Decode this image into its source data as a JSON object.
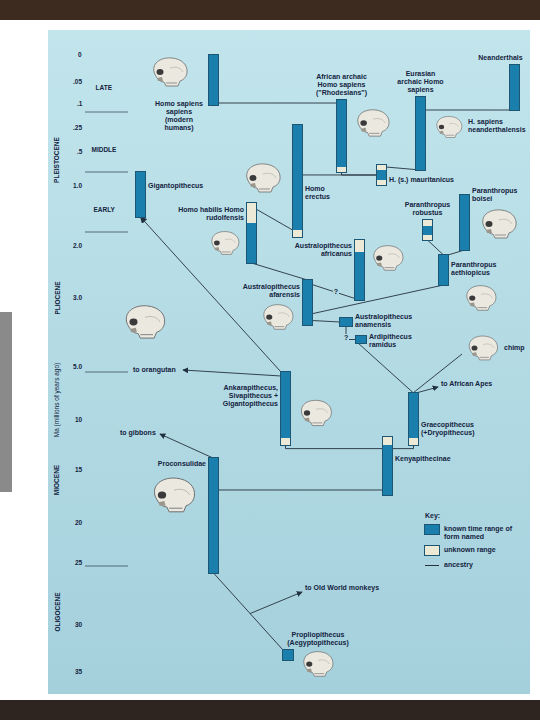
{
  "diagram": {
    "nodes": [
      {
        "text": [
          "Homo sapiens sapiens (modern humans)"
        ]
      },
      {
        "text": [
          "African archaic Homo sapiens (\"Rhodesians\")"
        ]
      },
      {
        "text": [
          "Eurasian archaic Homo sapiens"
        ]
      },
      {
        "text": [
          "Neanderthals"
        ]
      },
      {
        "text": [
          "H. (s.) mauritanicus"
        ]
      },
      {
        "text": [
          "Homo erectus"
        ]
      },
      {
        "text": [
          "Gigantopithecus"
        ]
      },
      {
        "text": [
          "Homo habilis Homo rudolfensis"
        ]
      },
      {
        "text": [
          "Paranthropus robustus"
        ]
      },
      {
        "text": [
          "Paranthropus boisei"
        ]
      },
      {
        "text": [
          "Australopithecus africanus"
        ]
      },
      {
        "text": [
          "Paranthropus aethiopicus"
        ]
      },
      {
        "text": [
          "Australopithecus afarensis"
        ]
      },
      {
        "text": [
          "Australopithecus anamensis"
        ]
      },
      {
        "text": [
          "Ardipithecus ramidus"
        ]
      },
      {
        "text": [
          "Ankarapithecus, Sivapithecus + Gigantopithecus"
        ]
      },
      {
        "text": [
          "Graecopithecus (+Dryopithecus)"
        ]
      },
      {
        "text": [
          "Kenyapithecinae"
        ]
      },
      {
        "text": [
          "Proconsulidae"
        ]
      },
      {
        "text": [
          "Propliopithecus (Aegyptopithecus)"
        ]
      }
    ],
    "edges": [
      {
        "from": 1,
        "to": 0,
        "arrow": "none"
      },
      {
        "from": 5,
        "to": 4,
        "arrow": "none"
      },
      {
        "from": 4,
        "to": 1,
        "arrow": "none"
      },
      {
        "from": 4,
        "to": 2,
        "arrow": "none"
      },
      {
        "from": 2,
        "to": 3,
        "arrow": "none"
      },
      {
        "from": 7,
        "to": 5,
        "arrow": "none"
      },
      {
        "from": 12,
        "to": 7,
        "arrow": "none"
      },
      {
        "from": 12,
        "to": 10,
        "label": "?",
        "arrow": "none"
      },
      {
        "from": 13,
        "to": 12,
        "arrow": "none"
      },
      {
        "from": 14,
        "to": 13,
        "label": "?",
        "arrow": "none"
      },
      {
        "from": 16,
        "to": 14,
        "arrow": "none"
      },
      {
        "from": 12,
        "to": 11,
        "arrow": "none"
      },
      {
        "from": 11,
        "to": 8,
        "arrow": "none"
      },
      {
        "from": 11,
        "to": 9,
        "arrow": "none"
      },
      {
        "from": 17,
        "to": 15,
        "arrow": "none"
      },
      {
        "from": 17,
        "to": 16,
        "arrow": "none"
      },
      {
        "from": 18,
        "to": 17,
        "arrow": "none"
      },
      {
        "from": 15,
        "to": 6,
        "arrow": "to"
      },
      {
        "from": 19,
        "to": 18,
        "arrow": "none"
      }
    ],
    "labels": [
      "LATE",
      "MIDDLE",
      "EARLY",
      "PLEISTOCENE",
      "PLIOCENE",
      "MIOCENE",
      "OLIGOCENE",
      "Ma (millions of years ago)",
      "0",
      ".05",
      ".1",
      ".25",
      ".5",
      "1.0",
      "2.0",
      "3.0",
      "5.0",
      "10",
      "15",
      "20",
      "25",
      "30",
      "35",
      "H. sapiens neanderthalensis",
      "chimp",
      "to orangutan",
      "to gibbons",
      "to African Apes",
      "to Old World monkeys",
      "Key:"
    ],
    "legend": [
      {
        "text": "known time range of form named",
        "color": "#1b7fae"
      },
      {
        "text": "unknown range",
        "color": "#ece9d6"
      },
      {
        "text": "ancestry"
      }
    ]
  }
}
